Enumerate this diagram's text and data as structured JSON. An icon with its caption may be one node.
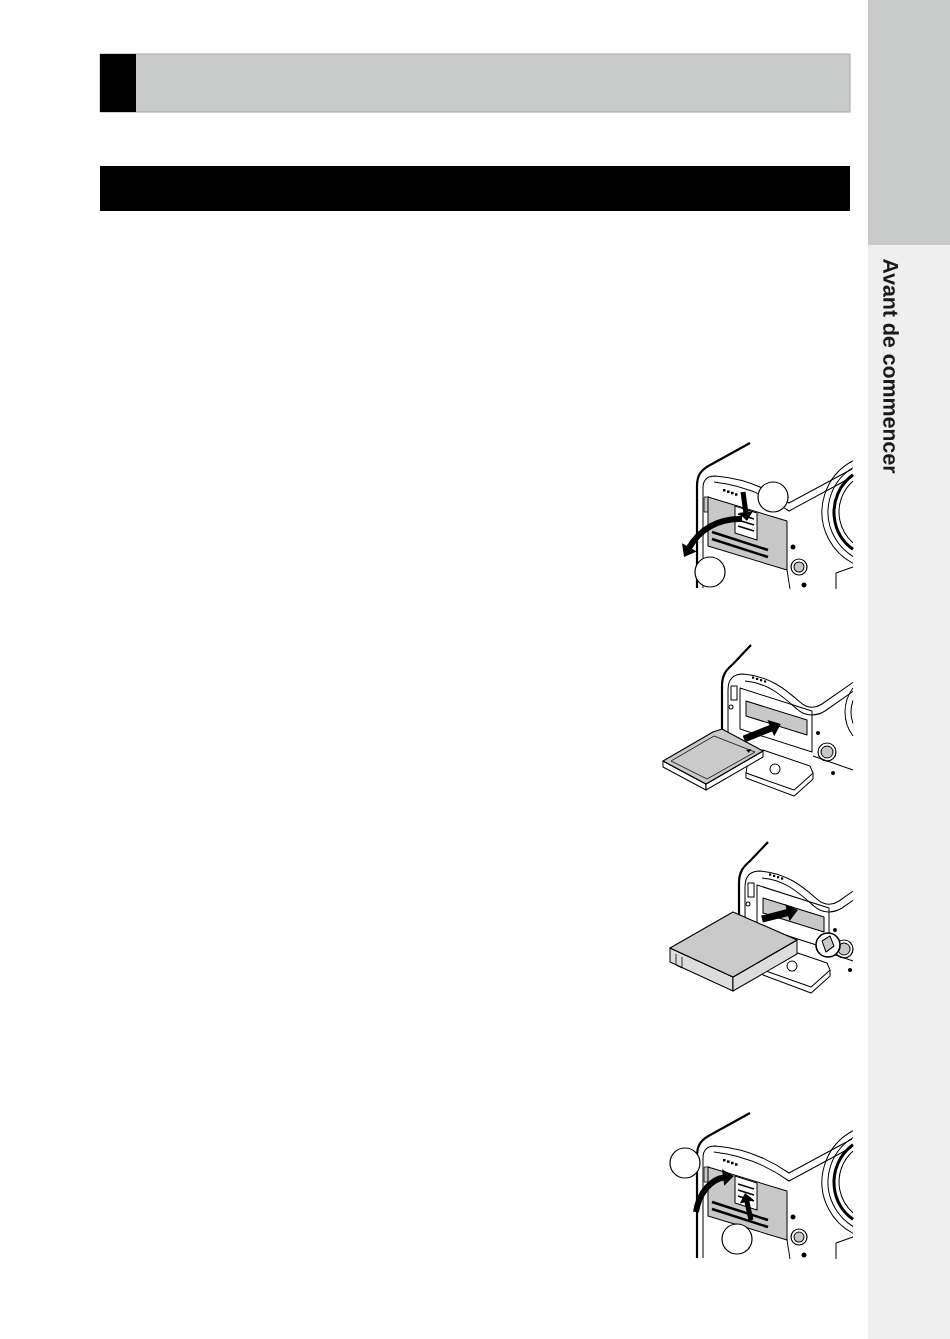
{
  "diagram": {
    "nodes": [
      {
        "text": [],
        "shape": "box"
      },
      {
        "text": [],
        "shape": "bar"
      },
      {
        "text": [],
        "shape": "bar"
      }
    ],
    "labels": [
      "Avant de commencer"
    ]
  }
}
